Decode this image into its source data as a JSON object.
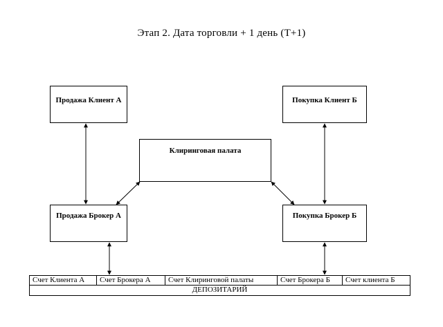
{
  "title": "Этап 2. Дата торговли + 1 день (T+1)",
  "boxes": {
    "sell_client_a": "Продажа Клиент А",
    "buy_client_b": "Покупка Клиент Б",
    "clearing_house": "Клиринговая палата",
    "sell_broker_a": "Продажа Брокер А",
    "buy_broker_b": "Покупка Брокер Б"
  },
  "depository": {
    "accounts": [
      "Счет Клиента А",
      "Счет Брокера А",
      "Счет Клиринговой палаты",
      "Счет Брокера Б",
      "Счет клиента Б"
    ],
    "label": "ДЕПОЗИТАРИЙ"
  }
}
